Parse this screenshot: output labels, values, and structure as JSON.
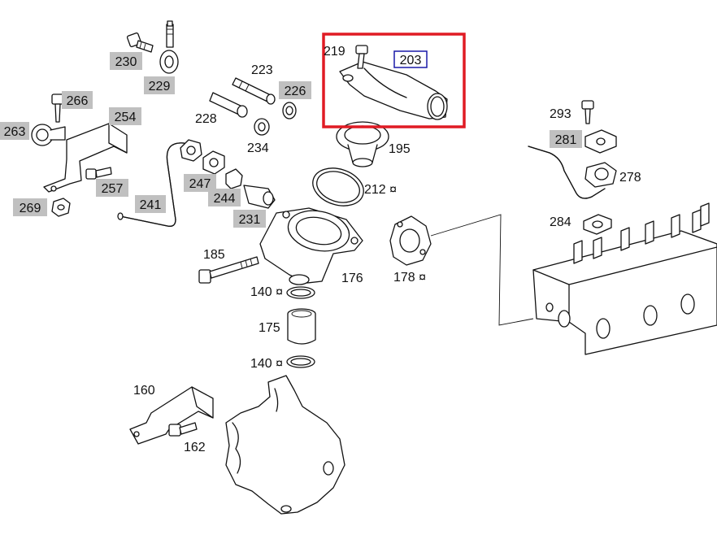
{
  "colors": {
    "tag_background": "#c0c0c0",
    "highlight_frame": "#e01b24",
    "selected_frame": "#1a1aa8",
    "line": "#111111"
  },
  "highlight": {
    "selected_part": "203"
  },
  "callouts": {
    "c230": "230",
    "c229": "229",
    "c223": "223",
    "c226": "226",
    "c228": "228",
    "c234": "234",
    "c219": "219",
    "c203": "203",
    "c266": "266",
    "c254": "254",
    "c263": "263",
    "c257": "257",
    "c269": "269",
    "c241": "241",
    "c247": "247",
    "c244": "244",
    "c231": "231",
    "c195": "195",
    "c212": "212 ¤",
    "c293": "293",
    "c281": "281",
    "c278": "278",
    "c284": "284",
    "c185": "185",
    "c176": "176",
    "c178": "178 ¤",
    "c140a": "140 ¤",
    "c175": "175",
    "c140b": "140 ¤",
    "c160": "160",
    "c162": "162"
  }
}
